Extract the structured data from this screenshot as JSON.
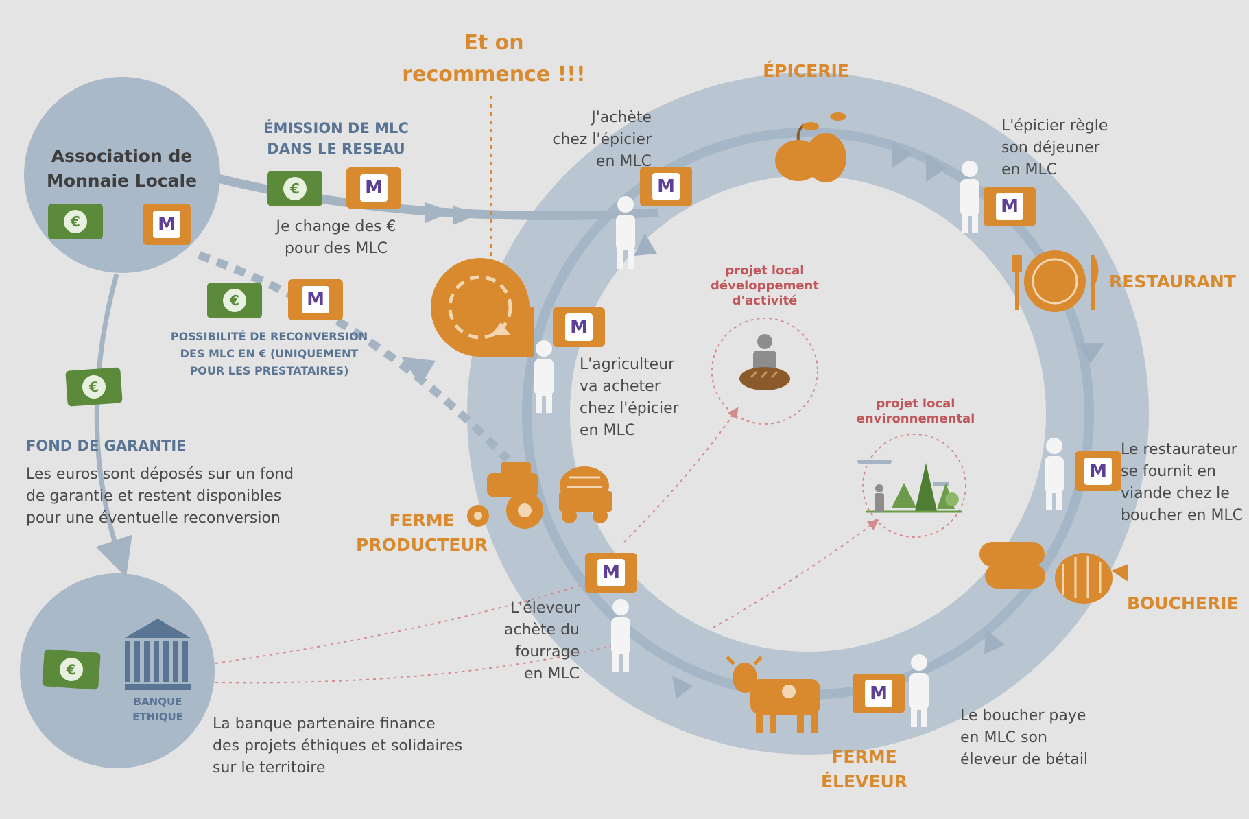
{
  "colors": {
    "background": "#e4e4e4",
    "ring": "#b9c6d1",
    "circle_fill": "#a9b9c8",
    "orange": "#d98a2e",
    "green": "#5b8a3a",
    "blue_text": "#5a7593",
    "red_text": "#c2575b",
    "body_text": "#4a4a4a",
    "mlc_purple": "#5d3f96"
  },
  "header": {
    "restart": "Et on\nrecommence !!!"
  },
  "association": {
    "title": "Association de\nMonnaie Locale"
  },
  "emission": {
    "title": "ÉMISSION DE MLC\nDANS LE RESEAU",
    "caption": "Je change des €\npour des MLC"
  },
  "reconversion": {
    "caption": "POSSIBILITÉ DE RECONVERSION\nDES MLC EN € (UNIQUEMENT\nPOUR LES PRESTATAIRES)"
  },
  "guarantee": {
    "title": "FOND DE GARANTIE",
    "text": "Les euros sont déposés sur un fond\nde garantie et restent disponibles\npour une éventuelle reconversion"
  },
  "bank": {
    "label": "BANQUE\nETHIQUE",
    "text": "La  banque partenaire finance\ndes projets éthiques et solidaires\nsur le territoire"
  },
  "currency": {
    "euro_symbol": "€",
    "mlc_letter": "M"
  },
  "stations": {
    "grocery": "ÉPICERIE",
    "restaurant": "RESTAURANT",
    "butcher": "BOUCHERIE",
    "breeder": "FERME\nÉLEVEUR",
    "producer": "FERME\nPRODUCTEUR"
  },
  "captions": {
    "buy_grocery": "J'achète\nchez l'épicier\nen MLC",
    "grocer_lunch": "L'épicier règle\nson déjeuner\nen MLC",
    "restaurateur": "Le restaurateur\nse fournit en\nviande chez le\nboucher en MLC",
    "butcher_pays": "Le boucher paye\nen MLC son\néleveur de bétail",
    "breeder_buys": "L'éleveur\nachète du\nfourrage\nen MLC",
    "farmer_buys": "L'agriculteur\nva acheter\nchez l'épicier\nen MLC"
  },
  "projects": {
    "activity": "projet local\ndéveloppement\nd'activité",
    "environment": "projet local\nenvironnemental"
  }
}
